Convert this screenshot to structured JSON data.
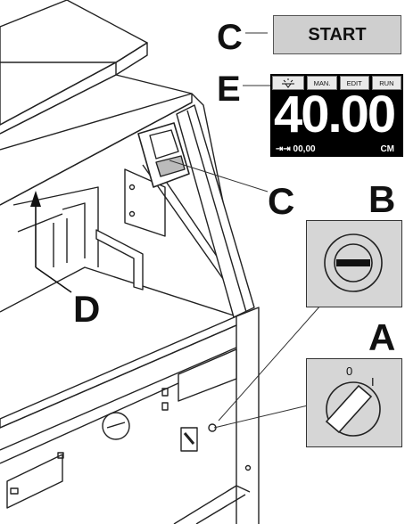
{
  "labels": {
    "c_top": "C",
    "c_mid": "C",
    "e": "E",
    "b": "B",
    "a": "A",
    "d": "D"
  },
  "start_button": {
    "label": "START"
  },
  "display": {
    "tabs": [
      "MAN.",
      "EDIT",
      "RUN"
    ],
    "light_icon": "light-icon",
    "value": "40.00",
    "sub_value": "00,00",
    "unit": "CM"
  },
  "switch_a": {
    "pos_off": "0",
    "pos_on": "I"
  },
  "colors": {
    "inset_bg": "#d6d6d6",
    "display_bg": "#000000",
    "button_bg": "#cfcfcf"
  }
}
